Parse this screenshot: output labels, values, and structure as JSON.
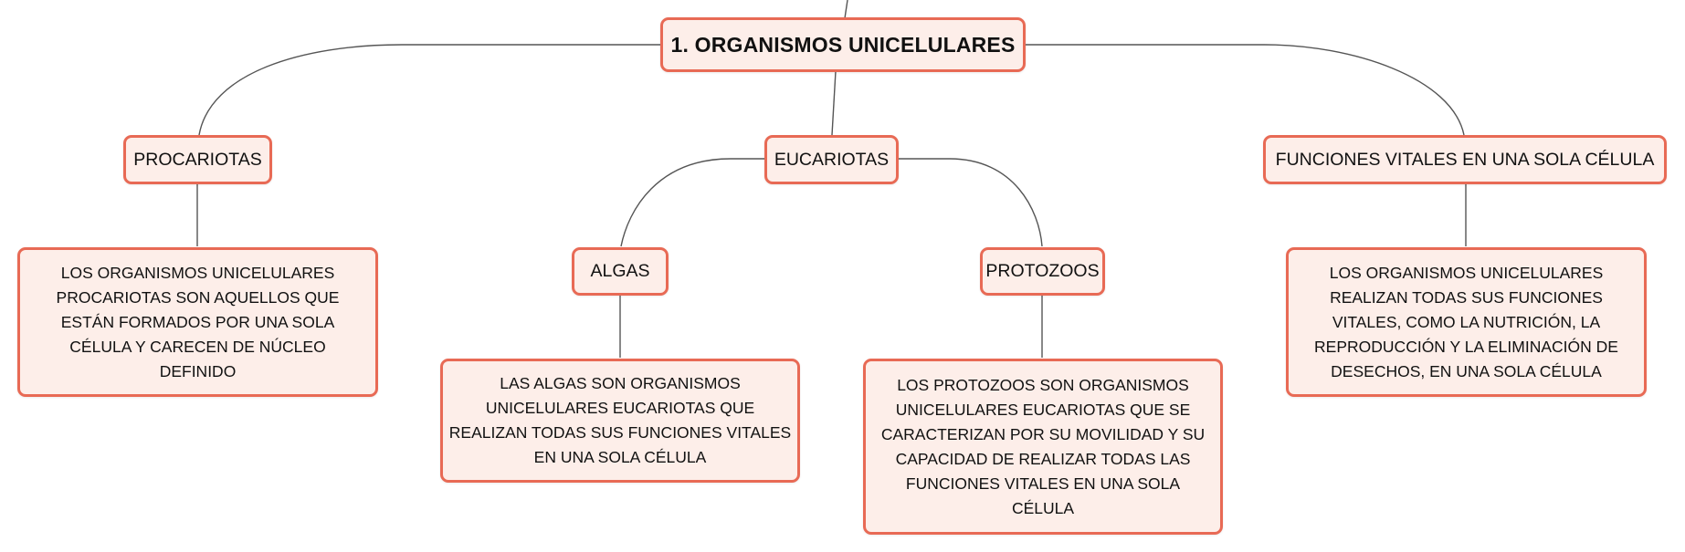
{
  "colors": {
    "node_fill": "#fdeee9",
    "node_border": "#e86a55",
    "connector": "#555555",
    "text": "#111111"
  },
  "root": {
    "label": "1. ORGANISMOS UNICELULARES"
  },
  "branches": {
    "procariotas": "PROCARIOTAS",
    "eucariotas": "EUCARIOTAS",
    "funciones": "FUNCIONES VITALES EN UNA SOLA CÉLULA",
    "algas": "ALGAS",
    "protozoos": "PROTOZOOS"
  },
  "leaves": {
    "procariotas_desc": "LOS ORGANISMOS UNICELULARES PROCARIOTAS SON AQUELLOS QUE ESTÁN FORMADOS POR UNA SOLA CÉLULA Y CARECEN DE NÚCLEO DEFINIDO",
    "algas_desc": "LAS ALGAS SON ORGANISMOS UNICELULARES EUCARIOTAS QUE REALIZAN TODAS SUS FUNCIONES VITALES EN UNA SOLA CÉLULA",
    "protozoos_desc": "LOS PROTOZOOS SON ORGANISMOS UNICELULARES EUCARIOTAS QUE SE CARACTERIZAN POR SU MOVILIDAD Y SU CAPACIDAD DE REALIZAR TODAS LAS FUNCIONES VITALES EN UNA SOLA CÉLULA",
    "funciones_desc": "LOS ORGANISMOS UNICELULARES REALIZAN TODAS SUS FUNCIONES VITALES, COMO LA NUTRICIÓN, LA REPRODUCCIÓN Y LA ELIMINACIÓN DE DESECHOS, EN UNA SOLA CÉLULA"
  }
}
